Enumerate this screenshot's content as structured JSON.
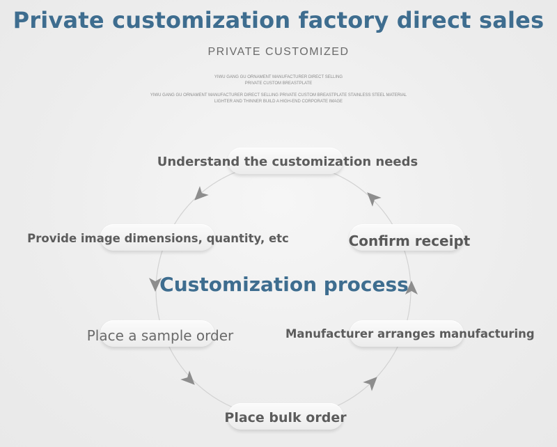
{
  "header": {
    "title": "Private customization factory direct sales",
    "subtitle": "PRIVATE  CUSTOMIZED",
    "fine_print": [
      "YIWU GANG GU ORNAMENT MANUFACTURER DIRECT SELLING",
      "PRIVATE CUSTOM BREASTPLATE",
      "YIWU GANG GU ORNAMENT MANUFACTURER DIRECT SELLING PRIVATE CUSTOM BREASTPLATE STAINLESS STEEL MATERIAL",
      "LIGHTER AND THINNER BUILD A HIGH-END CORPORATE IMAGE"
    ]
  },
  "process": {
    "center_title": "Customization process",
    "steps": [
      "Understand the customization needs",
      "Provide image dimensions, quantity, etc",
      "Place a sample order",
      "Place bulk order",
      "Manufacturer arranges manufacturing",
      "Confirm receipt"
    ]
  },
  "colors": {
    "title": "#3e6d8f",
    "label": "#5c5c5c",
    "arrow": "#8d8d8d",
    "circle": "#d2d2d2",
    "background": "#efefef"
  }
}
